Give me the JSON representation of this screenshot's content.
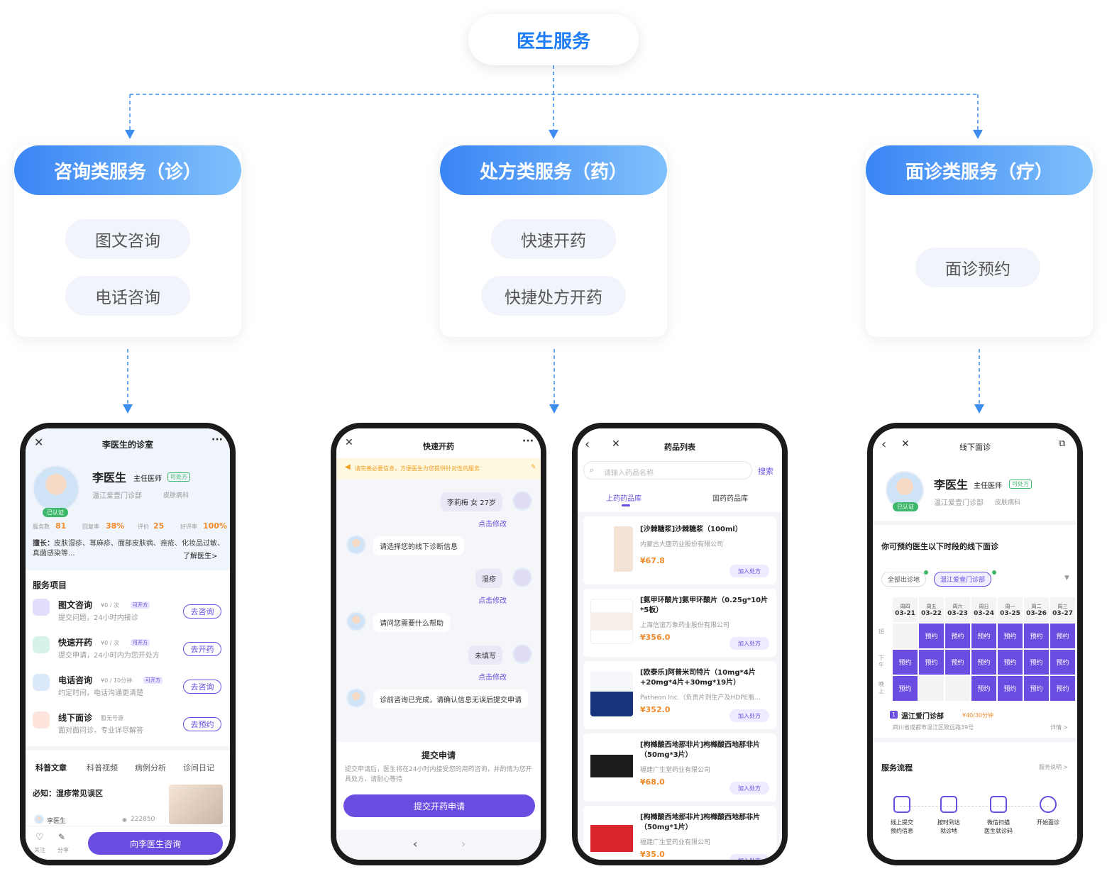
{
  "root": "医生服务",
  "categories": [
    {
      "title": "咨询类服务（诊）",
      "items": [
        "图文咨询",
        "电话咨询"
      ]
    },
    {
      "title": "处方类服务（药）",
      "items": [
        "快速开药",
        "快捷处方开药"
      ]
    },
    {
      "title": "面诊类服务（疗）",
      "items": [
        "面诊预约"
      ]
    }
  ],
  "colors": {
    "accent": "#1f7ef5",
    "purple": "#6a4de0",
    "orange": "#f08b2b"
  },
  "p1": {
    "title": "李医生的诊室",
    "name": "李医生",
    "rank": "主任医师",
    "badge": "可处方",
    "clinic": "温江爱壹门诊部",
    "dept": "皮肤病科",
    "verified": "已认证",
    "stats": [
      {
        "label": "服务数",
        "value": "81"
      },
      {
        "label": "回复率",
        "value": "38%"
      },
      {
        "label": "评价",
        "value": "25"
      },
      {
        "label": "好评率",
        "value": "100%"
      }
    ],
    "skill_label": "擅长：",
    "skill_text": "皮肤湿疹、荨麻疹、面部皮肤病、痤疮、化妆品过敏、真菌感染等...",
    "more": "了解医生>",
    "section": "服务项目",
    "services": [
      {
        "name": "图文咨询",
        "price": "¥0 / 次",
        "tag": "可开方",
        "desc": "提交问题，24小时内接诊",
        "btn": "去咨询"
      },
      {
        "name": "快速开药",
        "price": "¥0 / 次",
        "tag": "可开方",
        "desc": "提交申请，24小时内为您开处方",
        "btn": "去开药"
      },
      {
        "name": "电话咨询",
        "price": "¥0 / 10分钟",
        "tag": "可开方",
        "desc": "约定时间，电话沟通更清楚",
        "btn": "去咨询"
      },
      {
        "name": "线下面诊",
        "price": "暂无号源",
        "tag": "",
        "desc": "面对面问诊，专业详尽解答",
        "btn": "去预约"
      }
    ],
    "tabs": [
      "科普文章",
      "科普视频",
      "病例分析",
      "诊间日记"
    ],
    "article_title": "必知：湿疹常见误区",
    "author": "李医生",
    "views": "222850",
    "follow": "关注",
    "share": "分享",
    "cta": "向李医生咨询"
  },
  "p2": {
    "title": "快速开药",
    "notice": "请完善必要信息，方便医生为您提供针对性的服务",
    "msgs": [
      {
        "side": "right",
        "text": "李莉梅  女  27岁"
      },
      {
        "side": "edit",
        "text": "点击修改"
      },
      {
        "side": "left",
        "text": "请选择您的线下诊断信息"
      },
      {
        "side": "right",
        "text": "湿疹"
      },
      {
        "side": "edit",
        "text": "点击修改"
      },
      {
        "side": "left",
        "text": "请问您需要什么帮助"
      },
      {
        "side": "right",
        "text": "未填写"
      },
      {
        "side": "edit",
        "text": "点击修改"
      },
      {
        "side": "left",
        "text": "诊前咨询已完成，请确认信息无误后提交申请"
      }
    ],
    "submit_title": "提交申请",
    "submit_desc": "提交申请后，医生将在24小时内接受您的用药咨询，并酌情为您开具处方，请耐心等待",
    "submit_btn": "提交开药申请"
  },
  "p3": {
    "title": "药品列表",
    "placeholder": "请输入药品名称",
    "search": "搜索",
    "tabs": [
      "上药药品库",
      "国药药品库"
    ],
    "add": "加入处方",
    "drugs": [
      {
        "name": "[沙棘糖浆]沙棘糖浆（100ml）",
        "maker": "内蒙古大唐药业股份有限公司",
        "price": "¥67.8"
      },
      {
        "name": "[氨甲环酸片]氨甲环酸片（0.25g*10片*5板）",
        "maker": "上海信谊万象药业股份有限公司",
        "price": "¥356.0"
      },
      {
        "name": "[欧泰乐]阿普米司特片（10mg*4片+20mg*4片+30mg*19片）",
        "maker": "Patheon Inc.（负责片剂生产及HDPE瓶...",
        "price": "¥352.0"
      },
      {
        "name": "[枸橼酸西地那非片]枸橼酸西地那非片（50mg*3片）",
        "maker": "福建广生堂药业有限公司",
        "price": "¥68.0"
      },
      {
        "name": "[枸橼酸西地那非片]枸橼酸西地那非片（50mg*1片）",
        "maker": "福建广生堂药业有限公司",
        "price": "¥35.0"
      }
    ]
  },
  "p4": {
    "title": "线下面诊",
    "name": "李医生",
    "rank": "主任医师",
    "badge": "可处方",
    "clinic": "温江爱壹门诊部",
    "dept": "皮肤病科",
    "verified": "已认证",
    "heading": "你可预约医生以下时段的线下面诊",
    "filters": [
      "全部出诊地",
      "温江爱壹门诊部"
    ],
    "days": [
      {
        "w": "周四",
        "d": "03-21"
      },
      {
        "w": "周五",
        "d": "03-22"
      },
      {
        "w": "周六",
        "d": "03-23"
      },
      {
        "w": "周日",
        "d": "03-24"
      },
      {
        "w": "周一",
        "d": "03-25"
      },
      {
        "w": "周二",
        "d": "03-26"
      },
      {
        "w": "周三",
        "d": "03-27"
      }
    ],
    "rows": [
      "班",
      "下午",
      "晚上"
    ],
    "book": "预约",
    "slots": [
      [
        0,
        1,
        1,
        1,
        1,
        1,
        1
      ],
      [
        1,
        1,
        1,
        1,
        1,
        1,
        1
      ],
      [
        1,
        0,
        0,
        1,
        1,
        1,
        1
      ]
    ],
    "loc_index": "1",
    "loc_name": "温江爱门诊部",
    "loc_price": "¥40/30分钟",
    "loc_addr": "四川省成都市温江区致远路39号",
    "detail": "详情 >",
    "flow_title": "服务流程",
    "flow_more": "服务说明 >",
    "flow": [
      "线上提交\n预约信息",
      "按时到达\n就诊地",
      "微信扫描\n医生就诊码",
      "开始面诊"
    ]
  }
}
